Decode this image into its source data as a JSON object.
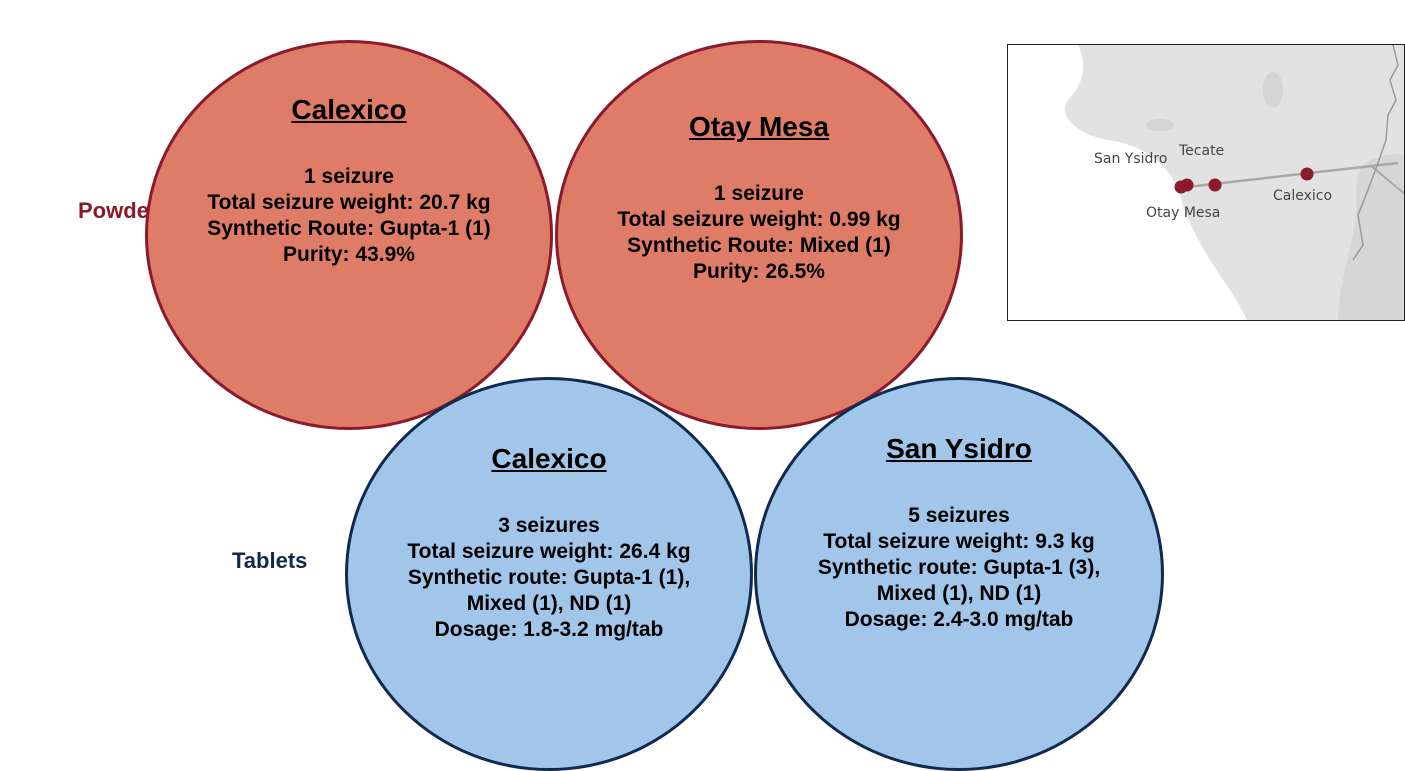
{
  "rows": {
    "powders_label": "Powders",
    "tablets_label": "Tablets"
  },
  "powders": [
    {
      "site": "Calexico",
      "seizures": "1 seizure",
      "weight": "Total seizure weight: 20.7 kg",
      "route": "Synthetic Route: Gupta-1 (1)",
      "measure": "Purity: 43.9%"
    },
    {
      "site": "Otay Mesa",
      "seizures": "1 seizure",
      "weight": "Total seizure weight: 0.99 kg",
      "route": "Synthetic Route: Mixed (1)",
      "measure": "Purity: 26.5%"
    }
  ],
  "tablets": [
    {
      "site": "Calexico",
      "seizures": "3 seizures",
      "weight": "Total seizure weight: 26.4 kg",
      "route_line1": "Synthetic route: Gupta-1 (1),",
      "route_line2": "Mixed (1), ND (1)",
      "measure": "Dosage: 1.8-3.2 mg/tab"
    },
    {
      "site": "San Ysidro",
      "seizures": "5 seizures",
      "weight": "Total seizure weight: 9.3 kg",
      "route_line1": "Synthetic route: Gupta-1 (3),",
      "route_line2": "Mixed (1), ND (1)",
      "measure": "Dosage: 2.4-3.0 mg/tab"
    }
  ],
  "map": {
    "labels": {
      "san_ysidro": "San Ysidro",
      "tecate": "Tecate",
      "otay_mesa": "Otay Mesa",
      "calexico": "Calexico"
    },
    "marker_color": "#8a1a2c"
  },
  "colors": {
    "powder_fill": "#df7c68",
    "powder_border": "#8a1a2c",
    "tablet_fill": "#a1c6ea",
    "tablet_border": "#102a4f"
  }
}
